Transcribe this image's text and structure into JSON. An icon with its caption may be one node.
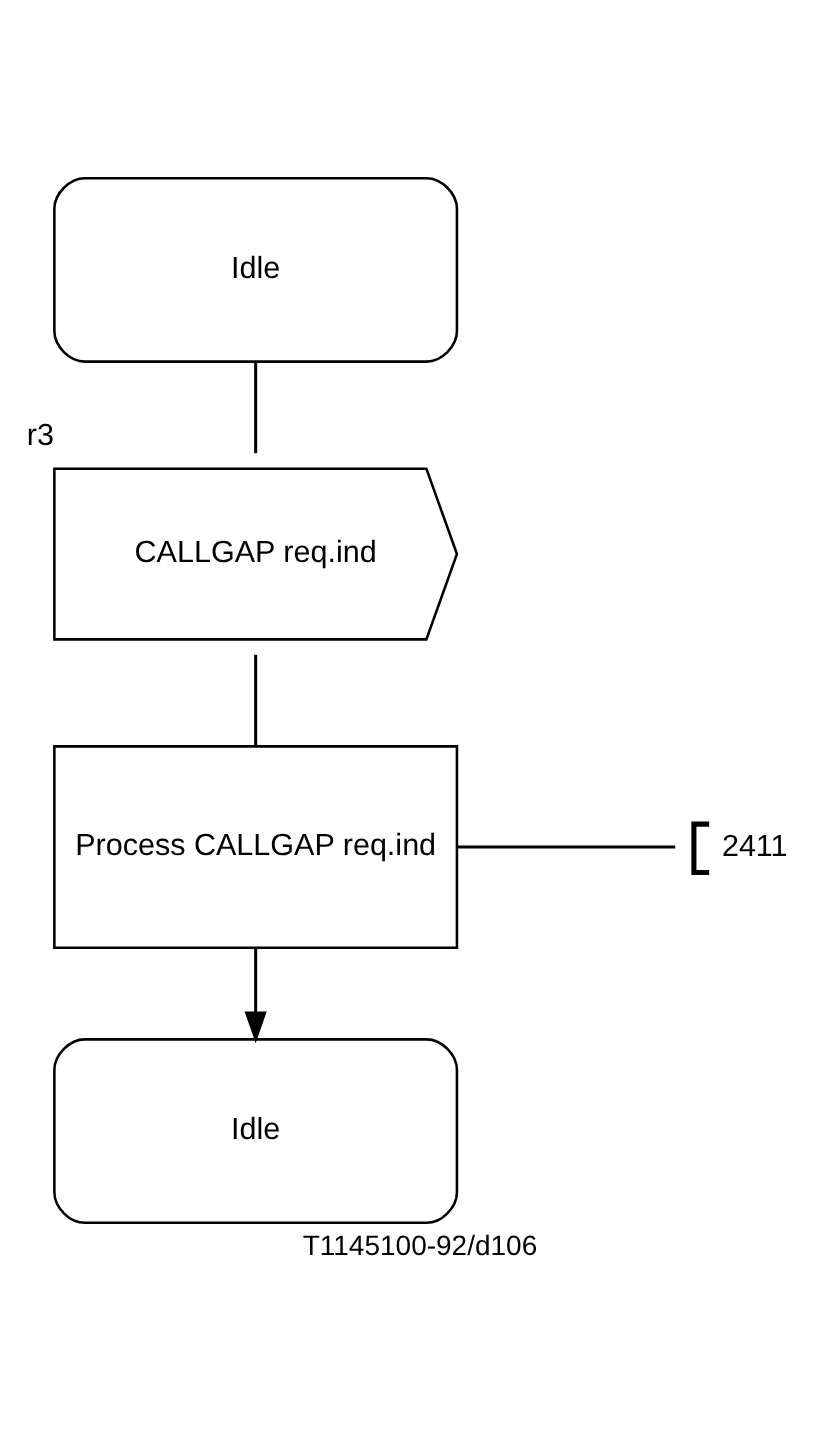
{
  "diagram": {
    "caption": "T1145100-92/d106",
    "nodes": [
      {
        "text": [
          "Idle"
        ]
      },
      {
        "text": [
          "CALLGAP req.ind"
        ],
        "beside": [
          "r3"
        ]
      },
      {
        "text": [
          "Process CALLGAP req.ind"
        ]
      },
      {
        "text": [
          "2411"
        ]
      },
      {
        "text": [
          "Idle"
        ]
      }
    ],
    "edges": [
      {
        "from": 0,
        "to": 1,
        "arrow": "none"
      },
      {
        "from": 1,
        "to": 2,
        "arrow": "none"
      },
      {
        "from": 2,
        "to": 3,
        "arrow": "none"
      },
      {
        "from": 2,
        "to": 4,
        "arrow": "to"
      }
    ]
  }
}
